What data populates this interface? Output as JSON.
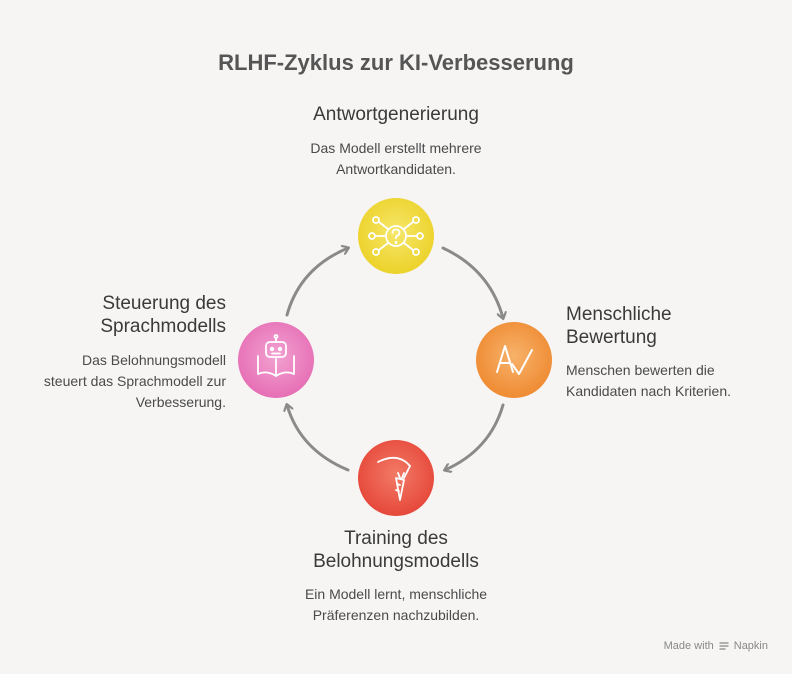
{
  "title": "RLHF-Zyklus zur KI-Verbesserung",
  "stages": {
    "top": {
      "title": "Antwortgenerierung",
      "desc_lines": [
        "Das Modell erstellt mehrere",
        "Antwortkandidaten."
      ],
      "color": "#f2dc3a",
      "icon": "question-network-icon"
    },
    "right": {
      "title_lines": [
        "Menschliche",
        "Bewertung"
      ],
      "desc_lines": [
        "Menschen bewerten die",
        "Kandidaten nach Kriterien."
      ],
      "color": "#f39a45",
      "icon": "grading-icon"
    },
    "bottom": {
      "title_lines": [
        "Training des",
        "Belohnungsmodells"
      ],
      "desc_lines": [
        "Ein Modell lernt, menschliche",
        "Präferenzen nachzubilden."
      ],
      "color": "#ec5a48",
      "icon": "carrot-on-stick-icon"
    },
    "left": {
      "title_lines": [
        "Steuerung des",
        "Sprachmodells"
      ],
      "desc_lines": [
        "Das Belohnungsmodell",
        "steuert das Sprachmodell zur",
        "Verbesserung."
      ],
      "color": "#ea7fc0",
      "icon": "robot-book-icon"
    }
  },
  "footer": {
    "made_with": "Made with",
    "brand": "Napkin"
  },
  "colors": {
    "arrow": "#8a8a8a",
    "icon_stroke": "#ffffff"
  }
}
